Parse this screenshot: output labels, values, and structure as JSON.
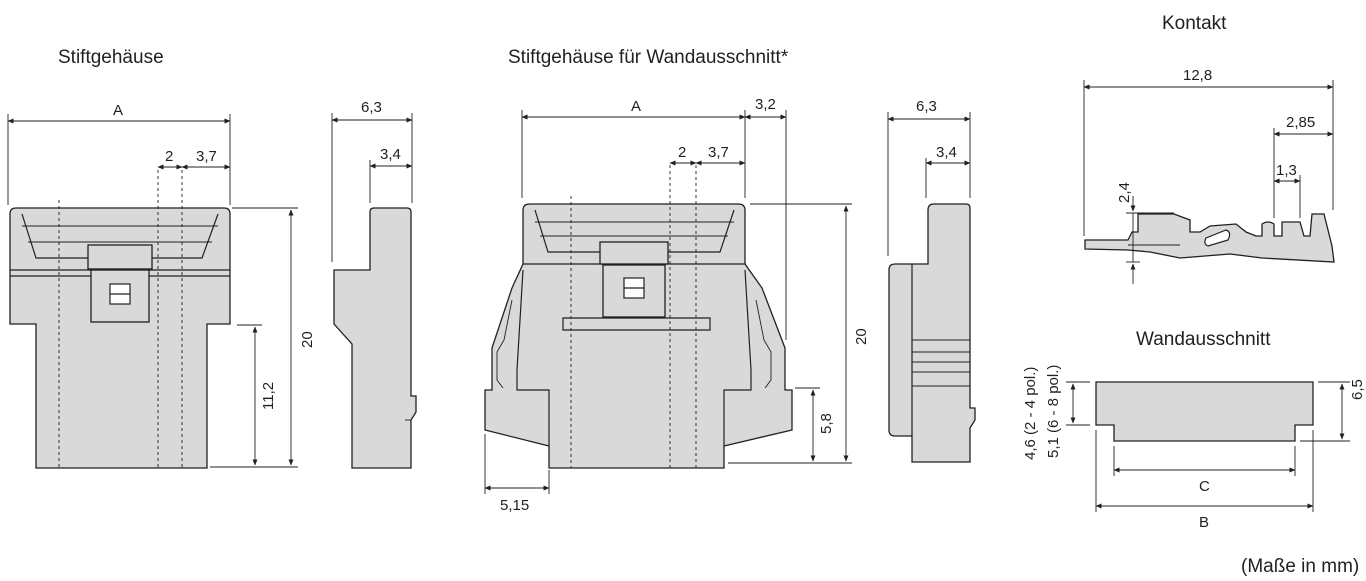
{
  "titles": {
    "pin_housing": "Stiftgehäuse",
    "pin_housing_cutout": "Stiftgehäuse für Wandausschnitt*",
    "contact": "Kontakt",
    "cutout": "Wandausschnitt",
    "units_note": "(Maße in mm)"
  },
  "dims": {
    "ph_a": "A",
    "ph_2": "2",
    "ph_37": "3,7",
    "ph_20": "20",
    "ph_112": "11,2",
    "ph_side_63": "6,3",
    "ph_side_34": "3,4",
    "pc_a": "A",
    "pc_32": "3,2",
    "pc_2": "2",
    "pc_37": "3,7",
    "pc_20": "20",
    "pc_58": "5,8",
    "pc_515": "5,15",
    "pc_side_63": "6,3",
    "pc_side_34": "3,4",
    "k_128": "12,8",
    "k_285": "2,85",
    "k_13": "1,3",
    "k_24": "2,4",
    "w_46": "4,6 (2 - 4 pol.)",
    "w_51": "5,1 (6 - 8 pol.)",
    "w_65": "6,5",
    "w_c": "C",
    "w_b": "B"
  },
  "colors": {
    "body_fill": "#d9d9d9",
    "line": "#231f20"
  }
}
